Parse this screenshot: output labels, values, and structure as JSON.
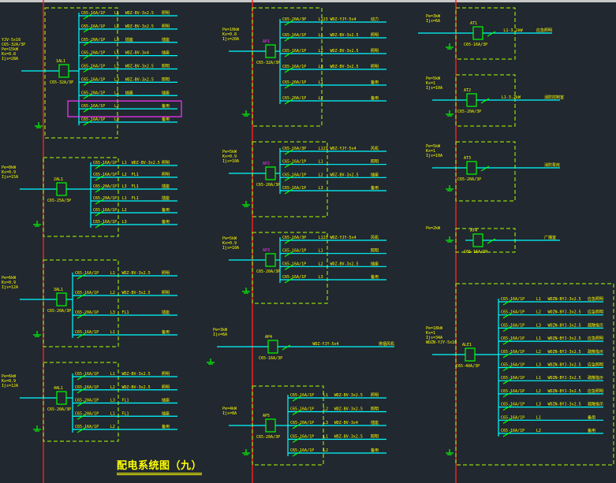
{
  "title": "配电系统图（九）",
  "colors": {
    "background": "#212830",
    "text": "#ffff00",
    "bus": "#00ffff",
    "breaker": "#00ff00",
    "riser": "#ff2020",
    "frame": "#aaff00",
    "highlight": "#ff33ff"
  },
  "panels": [
    {
      "id": "AL1",
      "incoming": [
        "YJV-5x16",
        "C65-32A/3P",
        "Pe=15kW",
        "Kx=0.8",
        "Ijs=28A"
      ],
      "main": "C65-32A/3P",
      "box": "1AL1",
      "circuits": [
        {
          "breaker": "C65-16A/1P",
          "phase": "L1",
          "cable": "WDZ-BV-3x2.5",
          "load": "照明"
        },
        {
          "breaker": "C65-16A/1P",
          "phase": "L2",
          "cable": "WDZ-BV-3x2.5",
          "load": "照明"
        },
        {
          "breaker": "C65-20A/1P",
          "phase": "L3",
          "cable": "插座",
          "load": "插座"
        },
        {
          "breaker": "C65-20A/1P",
          "phase": "L1",
          "cable": "WDZ-BV-3x4",
          "load": "插座"
        },
        {
          "breaker": "C65-16A/1P",
          "phase": "L2",
          "cable": "WDZ-BV-3x2.5",
          "load": "照明"
        },
        {
          "breaker": "C65-16A/1P",
          "phase": "L3",
          "cable": "WDZ-BV-3x2.5",
          "load": "照明"
        },
        {
          "breaker": "C65-20A/1P",
          "phase": "L1",
          "cable": "插座",
          "load": "插座"
        },
        {
          "breaker": "C65-16A/1P",
          "phase": "L2",
          "cable": "",
          "load": "备用"
        },
        {
          "breaker": "C65-16A/1P",
          "phase": "L3",
          "cable": "",
          "load": "备用"
        }
      ]
    },
    {
      "id": "AL2",
      "incoming": [
        "Pe=8kW",
        "Kx=0.9",
        "Ijs=15A"
      ],
      "main": "C65-25A/3P",
      "box": "2AL1",
      "circuits": [
        {
          "breaker": "C65-16A/1P",
          "phase": "L1",
          "cable": "WDZ-BV-3x2.5",
          "load": "照明"
        },
        {
          "breaker": "C65-16A/1P",
          "phase": "L2",
          "cable": "FL1",
          "load": "照明"
        },
        {
          "breaker": "C65-20A/1P",
          "phase": "L3",
          "cable": "FL1",
          "load": "插座"
        },
        {
          "breaker": "C65-20A/1P",
          "phase": "L1",
          "cable": "FL1",
          "load": "插座"
        },
        {
          "breaker": "C65-16A/1P",
          "phase": "L2",
          "cable": "",
          "load": "备用"
        },
        {
          "breaker": "C65-16A/1P",
          "phase": "L3",
          "cable": "",
          "load": "备用"
        }
      ]
    },
    {
      "id": "AL3",
      "incoming": [
        "Pe=6kW",
        "Kx=0.9",
        "Ijs=12A"
      ],
      "main": "C65-20A/3P",
      "box": "3AL1",
      "circuits": [
        {
          "breaker": "C65-16A/1P",
          "phase": "L1",
          "cable": "WDZ-BV-3x2.5",
          "load": "照明"
        },
        {
          "breaker": "C65-16A/1P",
          "phase": "L2",
          "cable": "WDZ-BV-3x2.5",
          "load": "照明"
        },
        {
          "breaker": "C65-20A/1P",
          "phase": "L3",
          "cable": "FL1",
          "load": "插座"
        },
        {
          "breaker": "C65-16A/1P",
          "phase": "L1",
          "cable": "",
          "load": "备用"
        }
      ]
    },
    {
      "id": "AL4",
      "incoming": [
        "Pe=6kW",
        "Kx=0.9",
        "Ijs=12A"
      ],
      "main": "C65-20A/3P",
      "box": "4AL1",
      "circuits": [
        {
          "breaker": "C65-16A/1P",
          "phase": "L1",
          "cable": "WDZ-BV-3x2.5",
          "load": "照明"
        },
        {
          "breaker": "C65-16A/1P",
          "phase": "L2",
          "cable": "WDZ-BV-3x2.5",
          "load": "照明"
        },
        {
          "breaker": "C65-20A/1P",
          "phase": "L3",
          "cable": "FL1",
          "load": "插座"
        },
        {
          "breaker": "C65-20A/1P",
          "phase": "L1",
          "cable": "FL1",
          "load": "插座"
        },
        {
          "breaker": "C65-16A/1P",
          "phase": "L2",
          "cable": "",
          "load": "备用"
        }
      ]
    },
    {
      "id": "AP1",
      "incoming": [
        "Pe=10kW",
        "Kx=0.8",
        "Ijs=20A"
      ],
      "main": "C65-32A/3P",
      "box": "AP1",
      "circuits": [
        {
          "breaker": "C65-20A/3P",
          "phase": "L123",
          "cable": "WDZ-YJY-5x4",
          "load": "动力"
        },
        {
          "breaker": "C65-16A/1P",
          "phase": "L1",
          "cable": "WDZ-BV-3x2.5",
          "load": "照明"
        },
        {
          "breaker": "C65-16A/1P",
          "phase": "L2",
          "cable": "WDZ-BV-3x2.5",
          "load": "照明"
        },
        {
          "breaker": "C65-16A/1P",
          "phase": "L3",
          "cable": "WDZ-BV-3x2.5",
          "load": "照明"
        },
        {
          "breaker": "C65-20A/1P",
          "phase": "L1",
          "cable": "",
          "load": "备用"
        },
        {
          "breaker": "C65-20A/1P",
          "phase": "L2",
          "cable": "",
          "load": "备用"
        }
      ]
    },
    {
      "id": "AP2",
      "incoming": [
        "Pe=5kW",
        "Kx=0.9",
        "Ijs=10A"
      ],
      "main": "C65-20A/3P",
      "box": "AP2",
      "circuits": [
        {
          "breaker": "C65-16A/3P",
          "phase": "L123",
          "cable": "WDZ-YJY-5x4",
          "load": "风机"
        },
        {
          "breaker": "C65-16A/1P",
          "phase": "L1",
          "cable": "",
          "load": "照明"
        },
        {
          "breaker": "C65-16A/1P",
          "phase": "L2",
          "cable": "WDZ-BV-3x2.5",
          "load": "插座"
        },
        {
          "breaker": "C65-16A/1P",
          "phase": "L3",
          "cable": "",
          "load": "备用"
        }
      ]
    },
    {
      "id": "AP3",
      "incoming": [
        "Pe=5kW",
        "Kx=0.9",
        "Ijs=10A"
      ],
      "main": "C65-20A/3P",
      "box": "AP3",
      "circuits": [
        {
          "breaker": "C65-16A/3P",
          "phase": "L123",
          "cable": "WDZ-YJY-5x4",
          "load": "风机"
        },
        {
          "breaker": "C65-16A/1P",
          "phase": "L1",
          "cable": "",
          "load": "照明"
        },
        {
          "breaker": "C65-16A/1P",
          "phase": "L2",
          "cable": "WDZ-BV-3x2.5",
          "load": "插座"
        },
        {
          "breaker": "C65-16A/1P",
          "phase": "L3",
          "cable": "",
          "load": "备用"
        }
      ]
    },
    {
      "id": "AP4",
      "incoming": [
        "Pe=3kW",
        "Ijs=6A"
      ],
      "main": "C65-16A/3P",
      "box": "AP4",
      "circuits": [
        {
          "breaker": "",
          "phase": "",
          "cable": "WDZ-YJY-5x4",
          "load": "排烟风机"
        }
      ]
    },
    {
      "id": "AP5",
      "incoming": [
        "Pe=4kW",
        "Ijs=8A"
      ],
      "main": "C65-20A/3P",
      "box": "AP5",
      "circuits": [
        {
          "breaker": "C65-16A/1P",
          "phase": "L1",
          "cable": "WDZ-BV-3x2.5",
          "load": "照明"
        },
        {
          "breaker": "C65-16A/1P",
          "phase": "L2",
          "cable": "WDZ-BV-3x2.5",
          "load": "照明"
        },
        {
          "breaker": "C65-20A/1P",
          "phase": "L3",
          "cable": "WDZ-BV-3x4",
          "load": "插座"
        },
        {
          "breaker": "C65-16A/1P",
          "phase": "L1",
          "cable": "WDZ-BV-3x2.5",
          "load": "照明"
        },
        {
          "breaker": "C65-16A/1P",
          "phase": "L2",
          "cable": "",
          "load": "备用"
        }
      ]
    },
    {
      "id": "AT1",
      "incoming": [
        "Pe=3kW",
        "Ijs=6A"
      ],
      "main": "C65-16A/3P",
      "box": "AT1",
      "circuits": [
        {
          "breaker": "",
          "phase": "",
          "cable": "L1-3.2kW",
          "load": "应急照明"
        }
      ]
    },
    {
      "id": "AT2",
      "incoming": [
        "Pe=5kW",
        "Kx=1",
        "Ijs=10A"
      ],
      "main": "C65-20A/3P",
      "box": "AT2",
      "circuits": [
        {
          "breaker": "",
          "phase": "",
          "cable": "L1-3.2kW",
          "load": "消防控制室"
        }
      ]
    },
    {
      "id": "AT3",
      "incoming": [
        "Pe=5kW",
        "Kx=1",
        "Ijs=10A"
      ],
      "main": "C65-20A/3P",
      "box": "AT3",
      "circuits": [
        {
          "breaker": "",
          "phase": "",
          "cable": "",
          "load": "消防泵房"
        }
      ]
    },
    {
      "id": "AT4",
      "incoming": [
        "Pe=2kW"
      ],
      "main": "C65-16A/3P",
      "box": "AT4",
      "circuits": [
        {
          "breaker": "",
          "phase": "",
          "cable": "",
          "load": "广播室"
        }
      ]
    },
    {
      "id": "ALE1",
      "incoming": [
        "Pe=18kW",
        "Kx=1",
        "Ijs=34A",
        "WDZN-YJY-5x16"
      ],
      "main": "C65-40A/3P",
      "box": "ALE1",
      "circuits": [
        {
          "breaker": "C65-16A/1P",
          "phase": "L1",
          "cable": "WDZN-BYJ-3x2.5",
          "load": "应急照明"
        },
        {
          "breaker": "C65-16A/1P",
          "phase": "L2",
          "cable": "WDZN-BYJ-3x2.5",
          "load": "应急照明"
        },
        {
          "breaker": "C65-16A/1P",
          "phase": "L3",
          "cable": "WDZN-BYJ-3x2.5",
          "load": "疏散指示"
        },
        {
          "breaker": "C65-16A/1P",
          "phase": "L1",
          "cable": "WDZN-BYJ-3x2.5",
          "load": "应急照明"
        },
        {
          "breaker": "C65-16A/1P",
          "phase": "L2",
          "cable": "WDZN-BYJ-3x2.5",
          "load": "疏散指示"
        },
        {
          "breaker": "C65-16A/1P",
          "phase": "L3",
          "cable": "WDZN-BYJ-3x2.5",
          "load": "应急照明"
        },
        {
          "breaker": "C65-16A/1P",
          "phase": "L1",
          "cable": "WDZN-BYJ-3x2.5",
          "load": "疏散指示"
        },
        {
          "breaker": "C65-16A/1P",
          "phase": "L2",
          "cable": "WDZN-BYJ-3x2.5",
          "load": "应急照明"
        },
        {
          "breaker": "C65-16A/1P",
          "phase": "L3",
          "cable": "WDZN-BYJ-3x2.5",
          "load": "疏散指示"
        },
        {
          "breaker": "C65-16A/1P",
          "phase": "L1",
          "cable": "",
          "load": "备用"
        },
        {
          "breaker": "C65-16A/1P",
          "phase": "L2",
          "cable": "",
          "load": "备用"
        }
      ]
    }
  ]
}
